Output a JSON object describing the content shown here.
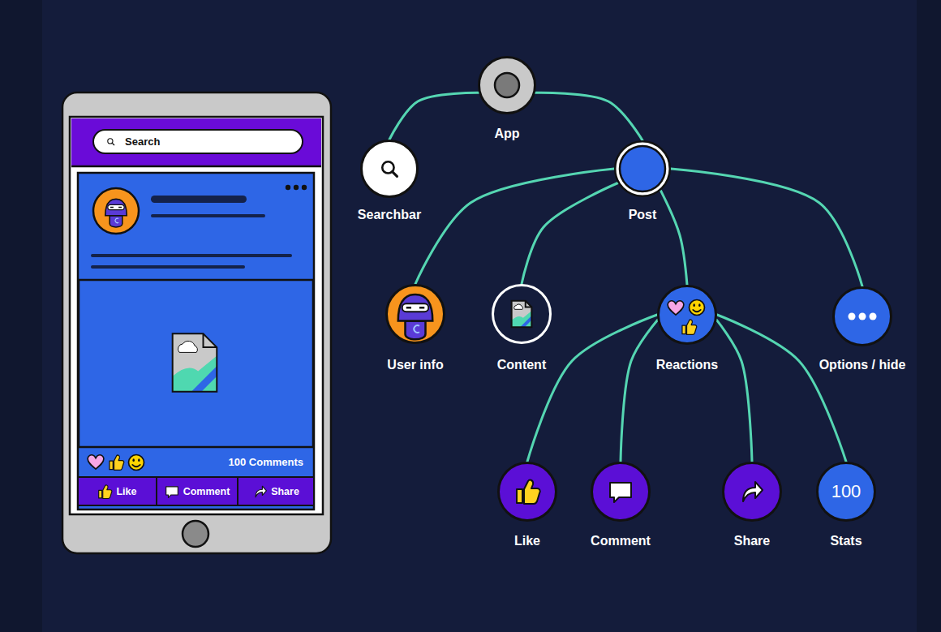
{
  "diagram": {
    "nodes": [
      {
        "text": [
          "Search"
        ]
      },
      {
        "text": [
          "Like"
        ]
      },
      {
        "text": [
          "Comment"
        ]
      },
      {
        "text": [
          "Share"
        ]
      },
      {
        "text": [
          "App"
        ]
      },
      {
        "text": [
          "Searchbar"
        ]
      },
      {
        "text": [
          "Post"
        ]
      },
      {
        "text": [
          "User info"
        ]
      },
      {
        "text": [
          "Content"
        ]
      },
      {
        "text": [
          "Reactions"
        ]
      },
      {
        "text": [
          "Options / hide"
        ]
      },
      {
        "text": [
          "Like"
        ]
      },
      {
        "text": [
          "Comment"
        ]
      },
      {
        "text": [
          "Share"
        ]
      },
      {
        "text": [
          "100",
          "Stats"
        ]
      }
    ],
    "edges": [
      {
        "from": 4,
        "to": 5,
        "arrow": "none"
      },
      {
        "from": 4,
        "to": 6,
        "arrow": "none"
      },
      {
        "from": 6,
        "to": 7,
        "arrow": "none"
      },
      {
        "from": 6,
        "to": 8,
        "arrow": "none"
      },
      {
        "from": 6,
        "to": 9,
        "arrow": "none"
      },
      {
        "from": 6,
        "to": 10,
        "arrow": "none"
      },
      {
        "from": 9,
        "to": 11,
        "arrow": "none"
      },
      {
        "from": 9,
        "to": 12,
        "arrow": "none"
      },
      {
        "from": 9,
        "to": 13,
        "arrow": "none"
      },
      {
        "from": 9,
        "to": 14,
        "arrow": "none"
      }
    ],
    "labels": [
      "100 Comments"
    ]
  }
}
